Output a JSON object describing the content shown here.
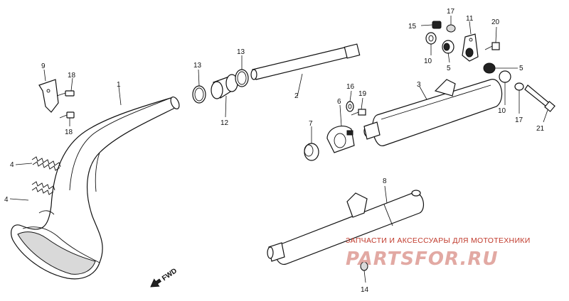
{
  "labels": {
    "p1": "1",
    "p2": "2",
    "p3": "3",
    "p4a": "4",
    "p4b": "4",
    "p5a": "5",
    "p5b": "5",
    "p6": "6",
    "p7": "7",
    "p8": "8",
    "p9": "9",
    "p10a": "10",
    "p10b": "10",
    "p11": "11",
    "p12": "12",
    "p13a": "13",
    "p13b": "13",
    "p14": "14",
    "p15": "15",
    "p16": "16",
    "p17a": "17",
    "p17b": "17",
    "p18a": "18",
    "p18b": "18",
    "p19": "19",
    "p20": "20",
    "p21": "21"
  },
  "fwd_arrow": "FWD",
  "watermark": {
    "caption": "ЗАПЧАСТИ И АКСЕССУАРЫ ДЛЯ МОТОТЕХНИКИ",
    "logo": "PARTSFOR.RU"
  }
}
